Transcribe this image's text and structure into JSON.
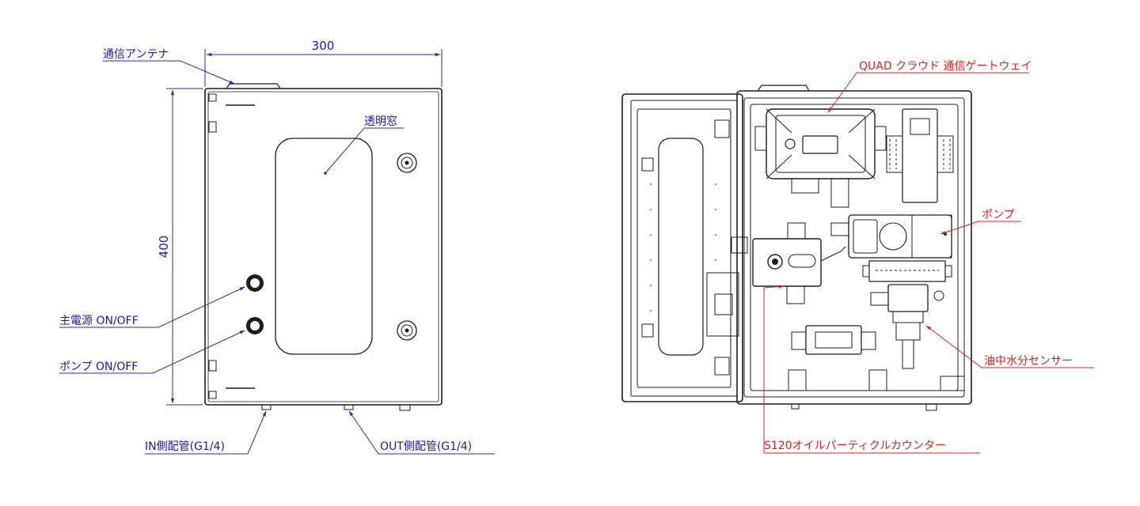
{
  "front_view": {
    "dim_width": "300",
    "dim_height": "400",
    "labels": {
      "antenna": "通信アンテナ",
      "window": "透明窓",
      "main_power": "主電源 ON/OFF",
      "pump_switch": "ポンプ ON/OFF",
      "in_pipe": "IN側配管(G1/4)",
      "out_pipe": "OUT側配管(G1/4)"
    }
  },
  "interior_view": {
    "labels": {
      "gateway": "QUAD クラウド 通信ゲートウェイ",
      "pump": "ポンプ",
      "water_sensor": "油中水分センサー",
      "particle_counter": "S120オイルパーティクルカウンター"
    }
  },
  "colors": {
    "dimension_blue": "#1a1aa8",
    "callout_red": "#e0201c",
    "outline": "#1c1c1c"
  }
}
